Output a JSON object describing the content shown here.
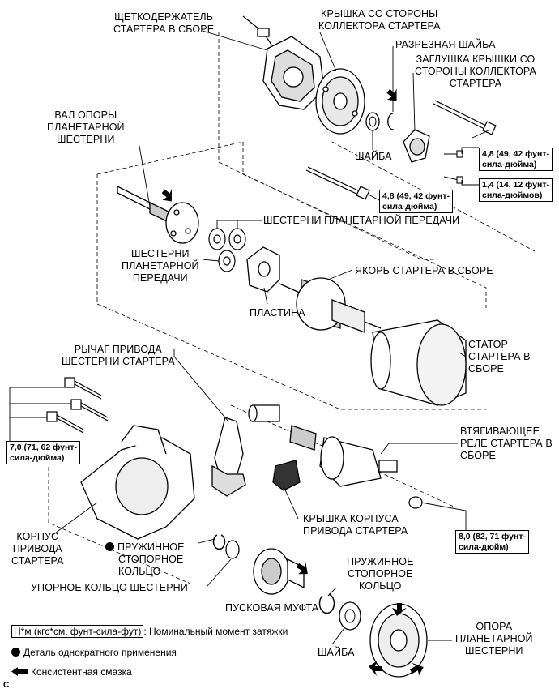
{
  "labels": {
    "brush_holder": [
      "ЩЕТКОДЕРЖАТЕЛЬ",
      "СТАРТЕРА В СБОРЕ"
    ],
    "commutator_cover": [
      "КРЫШКА СО СТОРОНЫ",
      "КОЛЛЕКТОРА СТАРТЕРА"
    ],
    "lock_plate": [
      "РАЗРЕЗНАЯ ШАЙБА"
    ],
    "end_cover_plug": [
      "ЗАГЛУШКА КРЫШКИ СО",
      "СТОРОНЫ КОЛЛЕКТОРА",
      "СТАРТЕРА"
    ],
    "planet_shaft": [
      "ВАЛ ОПОРЫ",
      "ПЛАНЕТАРНОЙ",
      "ШЕСТЕРНИ"
    ],
    "washer_top": [
      "ШАЙБА"
    ],
    "planet_gears_top": [
      "ШЕСТЕРНИ ПЛАНЕТАРНОЙ ПЕРЕДАЧИ"
    ],
    "planet_gears_left": [
      "ШЕСТЕРНИ",
      "ПЛАНЕТАРНОЙ",
      "ПЕРЕДАЧИ"
    ],
    "armature": [
      "ЯКОРЬ СТАРТЕРА В СБОРЕ"
    ],
    "plate": [
      "ПЛАСТИНА"
    ],
    "yoke": [
      "СТАТОР",
      "СТАРТЕРА В",
      "СБОРЕ"
    ],
    "drive_lever": [
      "РЫЧАГ ПРИВОДА",
      "ШЕСТЕРНИ СТАРТЕРА"
    ],
    "solenoid": [
      "ВТЯГИВАЮЩЕЕ",
      "РЕЛЕ СТАРТЕРА В",
      "СБОРЕ"
    ],
    "drive_housing_cover": [
      "КРЫШКА КОРПУСА",
      "ПРИВОДА СТАРТЕРА"
    ],
    "drive_housing": [
      "КОРПУС",
      "ПРИВОДА",
      "СТАРТЕРА"
    ],
    "snap_ring_left": [
      "ПРУЖИННОЕ",
      "СТОПОРНОЕ",
      "КОЛЬЦО"
    ],
    "stop_collar": [
      "УПОРНОЕ КОЛЬЦО ШЕСТЕРНИ"
    ],
    "snap_ring_right": [
      "ПРУЖИННОЕ",
      "СТОПОРНОЕ",
      "КОЛЬЦО"
    ],
    "clutch": [
      "ПУСКОВАЯ МУФТА"
    ],
    "planet_carrier": [
      "ОПОРА",
      "ПЛАНЕТАРНОЙ",
      "ШЕСТЕРНИ"
    ],
    "washer_bottom": [
      "ШАЙБА"
    ]
  },
  "torques": {
    "t1": [
      "4,8 (49, 42 фунт-",
      "сила-дюйма)"
    ],
    "t2": [
      "1,4 (14, 12 фунт-",
      "сила-дюймов)"
    ],
    "t3": [
      "4,8 (49, 42 фунт-",
      "сила-дюйма)"
    ],
    "t4": [
      "7,0 (71, 62 фунт-",
      "сила-дюйма)"
    ],
    "t5": [
      "8,0 (82, 71 фунт-",
      "сила-дюйм)"
    ]
  },
  "legend": {
    "torque_box": "Н*м (кгс*см, фунт-сила-фут)",
    "torque_text": ": Номинальный момент затяжки",
    "nonreusable": "Деталь однократного применения",
    "grease": "Консистентная смазка"
  },
  "code": "C"
}
